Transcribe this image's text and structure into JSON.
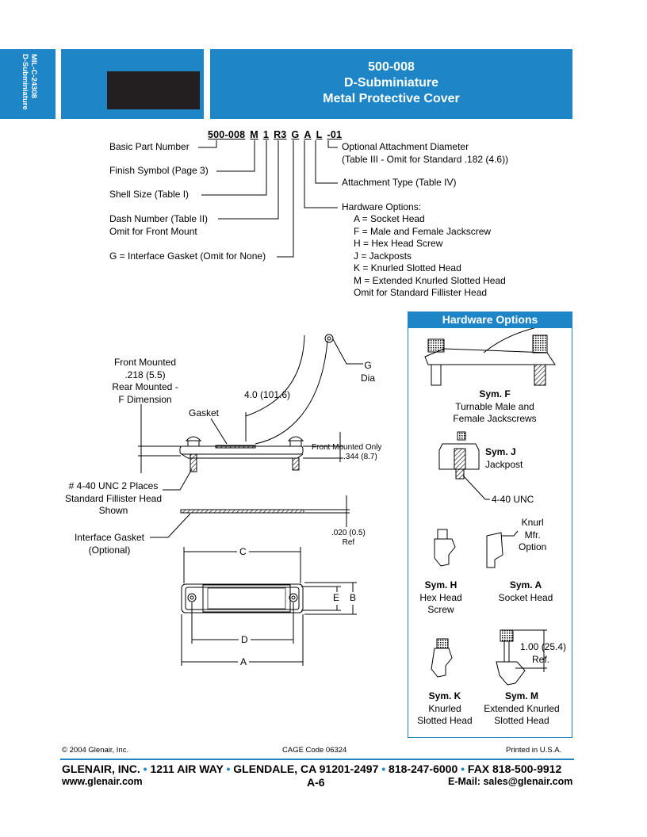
{
  "side_tab": {
    "line1": "MIL-C-24308",
    "line2": "D-Subminiature"
  },
  "header": {
    "part": "500-008",
    "type": "D-Subminiature",
    "title": "Metal Protective Cover"
  },
  "part_number": {
    "segments": [
      "500-008",
      "M",
      "1",
      "R3",
      "G",
      "A",
      "L",
      "-01"
    ]
  },
  "callouts": {
    "left": [
      "Basic Part Number",
      "Finish Symbol (Page 3)",
      "Shell Size (Table I)",
      "Dash Number (Table II)",
      "Omit for Front Mount",
      "G = Interface Gasket (Omit for None)"
    ],
    "optional_diameter": [
      "Optional Attachment Diameter",
      "(Table III - Omit for Standard .182 (4.6))"
    ],
    "attachment_type": "Attachment Type (Table IV)",
    "hardware_title": "Hardware Options:",
    "hardware_list": [
      "A = Socket Head",
      "F = Male and Female Jackscrew",
      "H = Hex Head Screw",
      "J = Jackposts",
      "K = Knurled Slotted Head",
      "M = Extended Knurled Slotted Head",
      "Omit for Standard Fillister Head"
    ]
  },
  "drawing": {
    "front_mounted": [
      "Front Mounted",
      ".218 (5.5)",
      "Rear Mounted -",
      "F Dimension"
    ],
    "gasket": "Gasket",
    "length": "4.0 (101.6)",
    "g_dia": [
      "G",
      "Dia"
    ],
    "front_only": [
      "Front Mounted Only",
      ".344 (8.7)"
    ],
    "screw_note": [
      "# 4-40 UNC 2 Places",
      "Standard Fillister Head",
      "Shown"
    ],
    "interface_gasket": [
      "Interface Gasket",
      "(Optional)"
    ],
    "thickness": [
      ".020 (0.5)",
      "Ref"
    ],
    "dims": {
      "a": "A",
      "b": "B",
      "c": "C",
      "d": "D",
      "e": "E"
    }
  },
  "hardware_options": {
    "title": "Hardware Options",
    "f": {
      "sym": "Sym. F",
      "desc": [
        "Turnable Male and",
        "Female Jackscrews"
      ]
    },
    "j": {
      "sym": "Sym. J",
      "desc": "Jackpost",
      "thread": "4-40 UNC"
    },
    "knurl": [
      "Knurl",
      "Mfr.",
      "Option"
    ],
    "h": {
      "sym": "Sym. H",
      "desc": [
        "Hex Head",
        "Screw"
      ]
    },
    "a": {
      "sym": "Sym. A",
      "desc": "Socket Head"
    },
    "m_dim": [
      "1.00 (25.4)",
      "Ref."
    ],
    "k": {
      "sym": "Sym. K",
      "desc": [
        "Knurled",
        "Slotted Head"
      ]
    },
    "m": {
      "sym": "Sym. M",
      "desc": [
        "Extended Knurled",
        "Slotted Head"
      ]
    }
  },
  "footer": {
    "copyright": "© 2004 Glenair, Inc.",
    "cage": "CAGE Code 06324",
    "printed": "Printed in U.S.A.",
    "company": "GLENAIR, INC.",
    "address": "1211 AIR WAY",
    "city": "GLENDALE, CA 91201-2497",
    "phone": "818-247-6000",
    "fax": "FAX 818-500-9912",
    "web": "www.glenair.com",
    "page": "A-6",
    "email": "E-Mail: sales@glenair.com"
  },
  "colors": {
    "brand_blue": "#1e86c6",
    "dark": "#231f20"
  }
}
